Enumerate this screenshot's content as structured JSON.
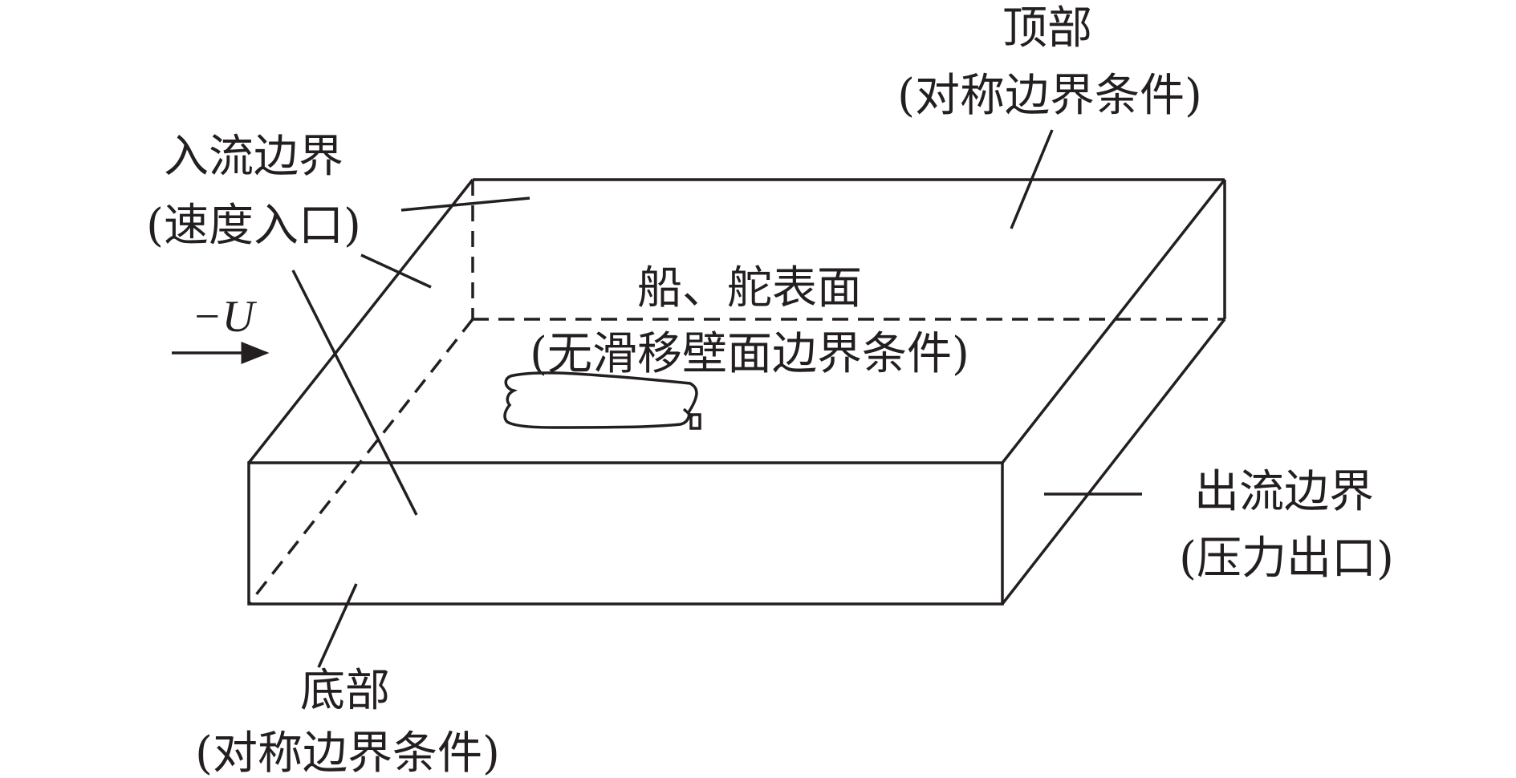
{
  "labels": {
    "top_title": "顶部",
    "top_condition": "(对称边界条件)",
    "inflow_title": "入流边界",
    "inflow_condition": "(速度入口)",
    "velocity": "−U",
    "hull_title": "船、舵表面",
    "hull_condition": "(无滑移壁面边界条件)",
    "outflow_title": "出流边界",
    "outflow_condition": "(压力出口)",
    "bottom_title": "底部",
    "bottom_condition": "(对称边界条件)"
  },
  "colors": {
    "line": "#231f20",
    "background": "#ffffff"
  }
}
